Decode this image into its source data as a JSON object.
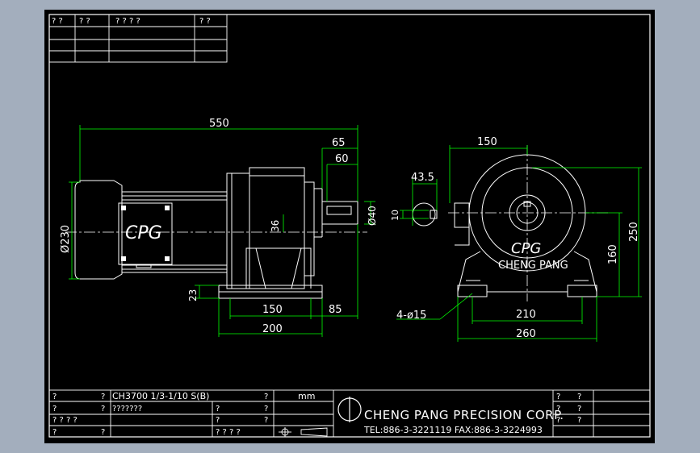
{
  "top_table": {
    "header": [
      "? ?",
      "?  ?",
      "?  ?  ?  ?",
      "?  ?"
    ]
  },
  "dimensions": {
    "overall_length": "550",
    "shaft_65": "65",
    "shaft_60": "60",
    "motor_dia": "Ø230",
    "shaft_height_36": "36",
    "shaft_dia": "Ø40",
    "key_width": "10",
    "key_43_5": "43.5",
    "foot_23": "23",
    "foot_150": "150",
    "foot_85": "85",
    "foot_200": "200",
    "end_150": "150",
    "height_250": "250",
    "height_160": "160",
    "holes": "4-ø15",
    "base_210": "210",
    "base_260": "260"
  },
  "logo_text": {
    "side": "CPG",
    "end": "CPG",
    "end_sub": "CHENG PANG"
  },
  "title_block": {
    "r1c1": "?",
    "r1c2": "?",
    "model": "CH3700 1/3-1/10 S(B)",
    "r1q": "?",
    "unit": "mm",
    "r2c1": "?",
    "r2c2": "?",
    "r2name": "???????",
    "r2a": "?",
    "r2b": "?",
    "r3c1": "? ? ? ?",
    "r3a": "?",
    "r3b": "?",
    "r4c1": "?",
    "r4c2": "?",
    "r4a": "? ? ? ?",
    "company": "CHENG PANG PRECISION CORP.",
    "contact": "TEL:886-3-3221119    FAX:886-3-3224993",
    "rt1a": "?",
    "rt1b": "?",
    "rt2a": "?",
    "rt2b": "?",
    "rt3a": "?",
    "rt3b": "?"
  }
}
